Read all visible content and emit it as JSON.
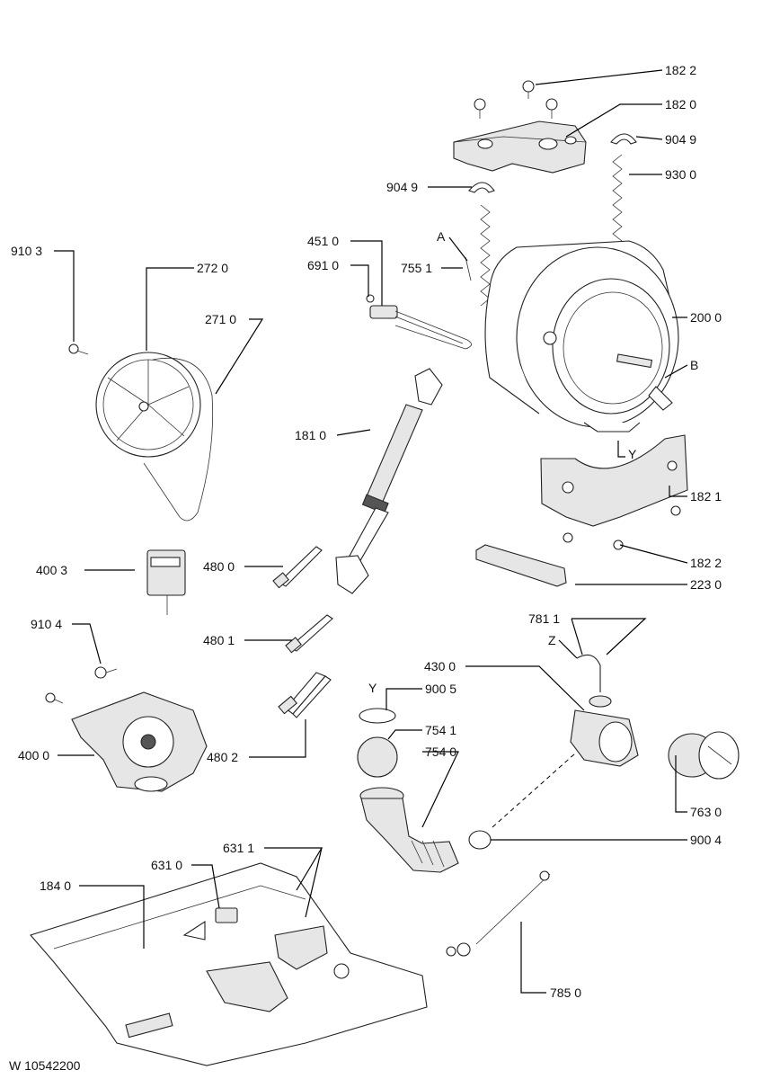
{
  "doc_code": "W 10542200",
  "labels": {
    "p182_2a": "182 2",
    "p182_0": "182 0",
    "p904_9a": "904 9",
    "p930_0": "930 0",
    "p904_9b": "904 9",
    "pA": "A",
    "p451_0": "451 0",
    "p691_0": "691 0",
    "p755_1": "755 1",
    "p910_3": "910 3",
    "p272_0": "272 0",
    "p271_0": "271 0",
    "p200_0": "200 0",
    "pB": "B",
    "p181_0": "181 0",
    "pY1": "Y",
    "p182_1": "182 1",
    "p400_3": "400 3",
    "p480_0": "480 0",
    "p182_2b": "182 2",
    "p223_0": "223 0",
    "p781_1": "781 1",
    "p910_4": "910 4",
    "p480_1": "480 1",
    "pZ": "Z",
    "p430_0": "430 0",
    "pY2": "Y",
    "p900_5": "900 5",
    "p754_1": "754 1",
    "p754_0": "754 0",
    "p400_0": "400 0",
    "p480_2": "480 2",
    "p763_0": "763 0",
    "p900_4": "900 4",
    "p631_1": "631 1",
    "p631_0": "631 0",
    "p184_0": "184 0",
    "p785_0": "785 0"
  }
}
